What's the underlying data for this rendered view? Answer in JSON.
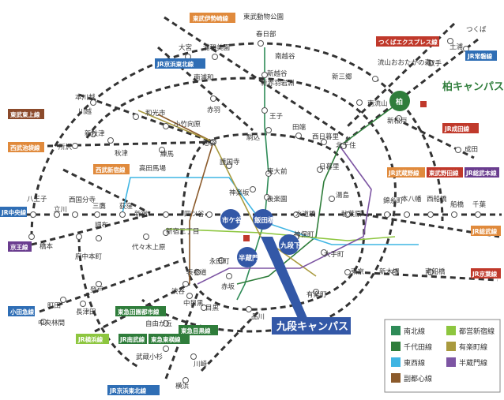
{
  "colors": {
    "jr": "#2e7d3a",
    "jr_line": "#555555",
    "namboku": "#2e8b57",
    "chiyoda": "#2e7d3a",
    "tozai": "#3fb5e3",
    "fukutoshin": "#8b5a2b",
    "toei_shinjuku": "#8dc63f",
    "yurakucho": "#a99a3e",
    "hanzomon": "#7d55a3",
    "campus": "#3358a7",
    "kashiwa_campus": "#2f7d3b",
    "tag_blue": "#2f6eb5",
    "tag_orange": "#e08a3c",
    "tag_red": "#c0392b",
    "tag_purple": "#6a3d8f",
    "tag_brown": "#8b4a2b"
  },
  "campuses": {
    "kashiwa": "柏キャンパス",
    "kudan": "九段キャンパス",
    "kashiwa_marker": "柏",
    "ichigaya": "市ケ谷",
    "iidabashi": "飯田橋",
    "kudanshita": "九段下",
    "hanzomon": "半蔵門"
  },
  "line_tags": {
    "tobu_isesaki": "東武伊勢崎線",
    "tsukuba_express": "つくばエクスプレス線",
    "jr_joban": "JR常磐線",
    "jr_keihin_tohoku": "JR京浜東北線",
    "tobu_tojo": "東武東上線",
    "seibu_ikebukuro": "西武池袋線",
    "seibu_shinjuku": "西武新宿線",
    "jr_narita": "JR成田線",
    "jr_musashino": "JR武蔵野線",
    "tobu_noda": "東武野田線",
    "jr_sobu": "JR総武本線",
    "jr_chuo": "JR中央線",
    "keio": "京王線",
    "jr_sobu2": "JR総武線",
    "jr_keiyo": "JR京葉線",
    "odakyu": "小田急線",
    "tokyu_denentoshi": "東急田園都市線",
    "tokyu_meguro": "東急目黒線",
    "tokyu_toyoko": "東急東横線",
    "jr_nambu": "JR南武線",
    "jr_yokohama": "JR横浜線",
    "jr_keihin_tohoku2": "JR京浜東北線"
  },
  "stations": {
    "tobu_dobutsu_koen": "東武動物公園",
    "kasukabe": "春日部",
    "tsukuba": "つくば",
    "tsuchiura": "土浦",
    "omiya": "大宮",
    "urawa_misono": "浦和美園",
    "minami_koshigaya": "南越谷",
    "nagareyama_otaka": "流山おおたかの森",
    "toride": "取手",
    "minami_urawa": "南浦和",
    "shin_koshigaya": "新越谷",
    "shin_misato": "新三郷",
    "shin_iwabuchi": "新赤羽岩淵",
    "minami_nagareyama": "南流山",
    "hon_kawagoe": "本川越",
    "wakoshi": "和光市",
    "akabane": "赤羽",
    "shin_matsudo": "新松戸",
    "kawagoe": "川越",
    "kotake_mukaihara": "小竹向原",
    "oji": "王子",
    "tabata": "田端",
    "nishi_nippori": "西日暮里",
    "kitasenju": "北千住",
    "shin_akitsu": "新秋津",
    "tokorozawa": "所沢",
    "akitsu": "秋津",
    "nerima": "練馬",
    "ikebukuro": "池袋",
    "komagome": "駒込",
    "narita_area": "成田",
    "gokokuji": "護国寺",
    "nippori": "日暮里",
    "takadanobaba": "高田馬場",
    "todaimae": "東大前",
    "kagurazaka": "神楽坂",
    "korakuen": "後楽園",
    "yushima": "湯島",
    "hachioji": "八王子",
    "nishi_kokubunji": "西国分寺",
    "tachikawa": "立川",
    "mitaka": "三鷹",
    "ogikubo": "荻窪",
    "shinjuku": "新宿",
    "yotsuya": "四ツ谷",
    "suidobashi": "水道橋",
    "akihabara": "秋葉原",
    "kinshicho": "錦糸町",
    "motoyawata": "本八幡",
    "nishi_funabashi": "西船橋",
    "funabashi": "船橋",
    "chiba": "千葉",
    "chofu": "調布",
    "hashimoto": "橋本",
    "shinjuku_sanchome": "新宿三丁目",
    "jimbocho": "神保町",
    "fuchu_honmachi": "府中本町",
    "yoyogi_uehara": "代々木上原",
    "nagatacho": "永田町",
    "otemachi": "大手町",
    "tokyo": "東京",
    "shin_kiba": "新木場",
    "minami_funabashi": "南船橋",
    "noborito": "登戸",
    "omotesando": "表参道",
    "akasaka": "赤坂",
    "yurakucho": "有楽町",
    "shibuya": "渋谷",
    "machida": "町田",
    "nagatsuta": "長津田",
    "naka_meguro": "中目黒",
    "meguro": "目黒",
    "chuo_rinkan": "中央林間",
    "shinagawa": "品川",
    "jiyugaoka": "自由が丘",
    "musashi_kosugi": "武蔵小杉",
    "kawasaki": "川崎",
    "yokohama": "横浜"
  },
  "legend": [
    {
      "label": "南北線",
      "color": "#2e8b57"
    },
    {
      "label": "都営新宿線",
      "color": "#8dc63f"
    },
    {
      "label": "千代田線",
      "color": "#2e7d3a"
    },
    {
      "label": "有楽町線",
      "color": "#a99a3e"
    },
    {
      "label": "東西線",
      "color": "#3fb5e3"
    },
    {
      "label": "半蔵門線",
      "color": "#7d55a3"
    },
    {
      "label": "副都心線",
      "color": "#8b5a2b"
    }
  ]
}
